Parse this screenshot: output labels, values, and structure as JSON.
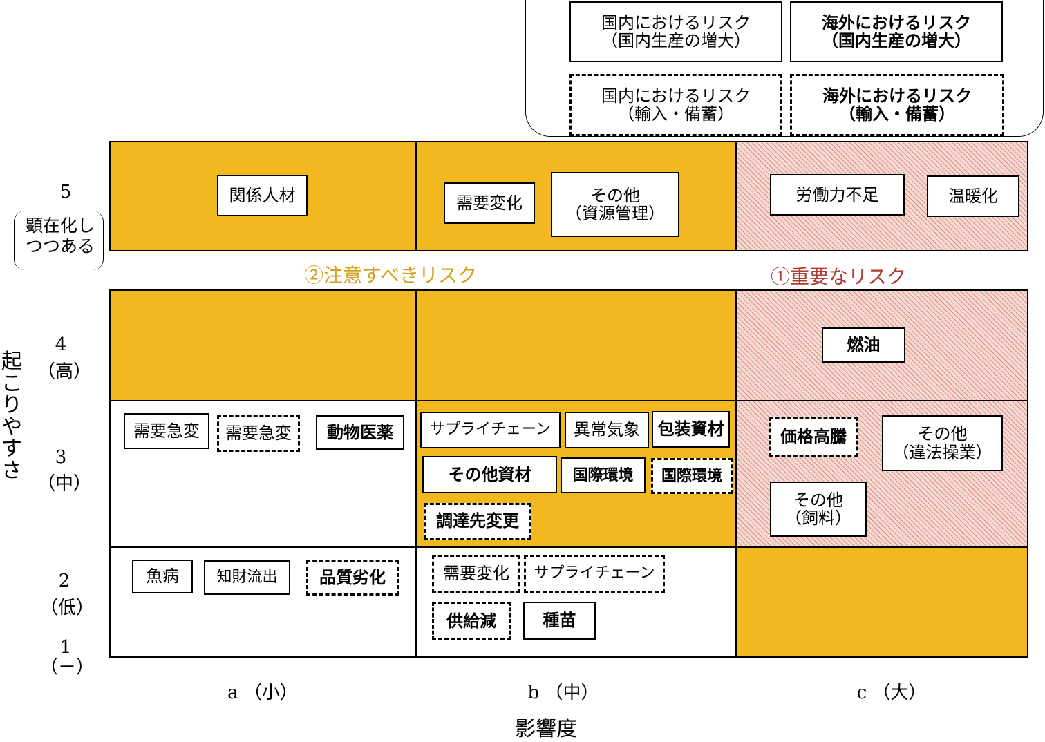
{
  "legend": {
    "domestic_production": [
      "国内におけるリスク",
      "（国内生産の増大）"
    ],
    "overseas_production": [
      "海外におけるリスク",
      "（国内生産の増大）"
    ],
    "domestic_import": [
      "国内におけるリスク",
      "（輸入・備蓄）"
    ],
    "overseas_import": [
      "海外におけるリスク",
      "（輸入・備蓄）"
    ]
  },
  "axes": {
    "y_title": "起こりやすさ",
    "y_levels": [
      {
        "num": "5",
        "label": "顕在化し\nつつある"
      },
      {
        "num": "4",
        "label": "（高）"
      },
      {
        "num": "3",
        "label": "（中）"
      },
      {
        "num": "2",
        "label": "（低）"
      },
      {
        "num": "1",
        "label": "（－）"
      }
    ],
    "x_title": "影響度",
    "x_levels": [
      "a （小）",
      "b （中）",
      "c （大）"
    ]
  },
  "zones": {
    "caution": "②注意すべきリスク",
    "important": "①重要なリスク",
    "caution_color": "#d4a020",
    "important_color": "#b03a2e",
    "orange_fill": "#f2b81f",
    "hatch_fill": "#f5d9d2"
  },
  "items": {
    "r5a_1": "関係人材",
    "r5b_1": "需要変化",
    "r5b_2": [
      "その他",
      "（資源管理）"
    ],
    "r5c_1": "労働力不足",
    "r5c_2": "温暖化",
    "r4c_1": "燃油",
    "r3a_1": "需要急変",
    "r3a_2": "需要急変",
    "r3a_3": "動物医薬",
    "r3b_1": "サプライチェーン",
    "r3b_2": "異常気象",
    "r3b_3": "包装資材",
    "r3b_4": "その他資材",
    "r3b_5": "国際環境",
    "r3b_6": "国際環境",
    "r3b_7": "調達先変更",
    "r3c_1": "価格高騰",
    "r3c_2": [
      "その他",
      "（違法操業）"
    ],
    "r3c_3": [
      "その他",
      "（飼料）"
    ],
    "r2a_1": "魚病",
    "r2a_2": "知財流出",
    "r2a_3": "品質劣化",
    "r2b_1": "需要変化",
    "r2b_2": "サプライチェーン",
    "r2b_3": "供給減",
    "r2b_4": "種苗"
  }
}
